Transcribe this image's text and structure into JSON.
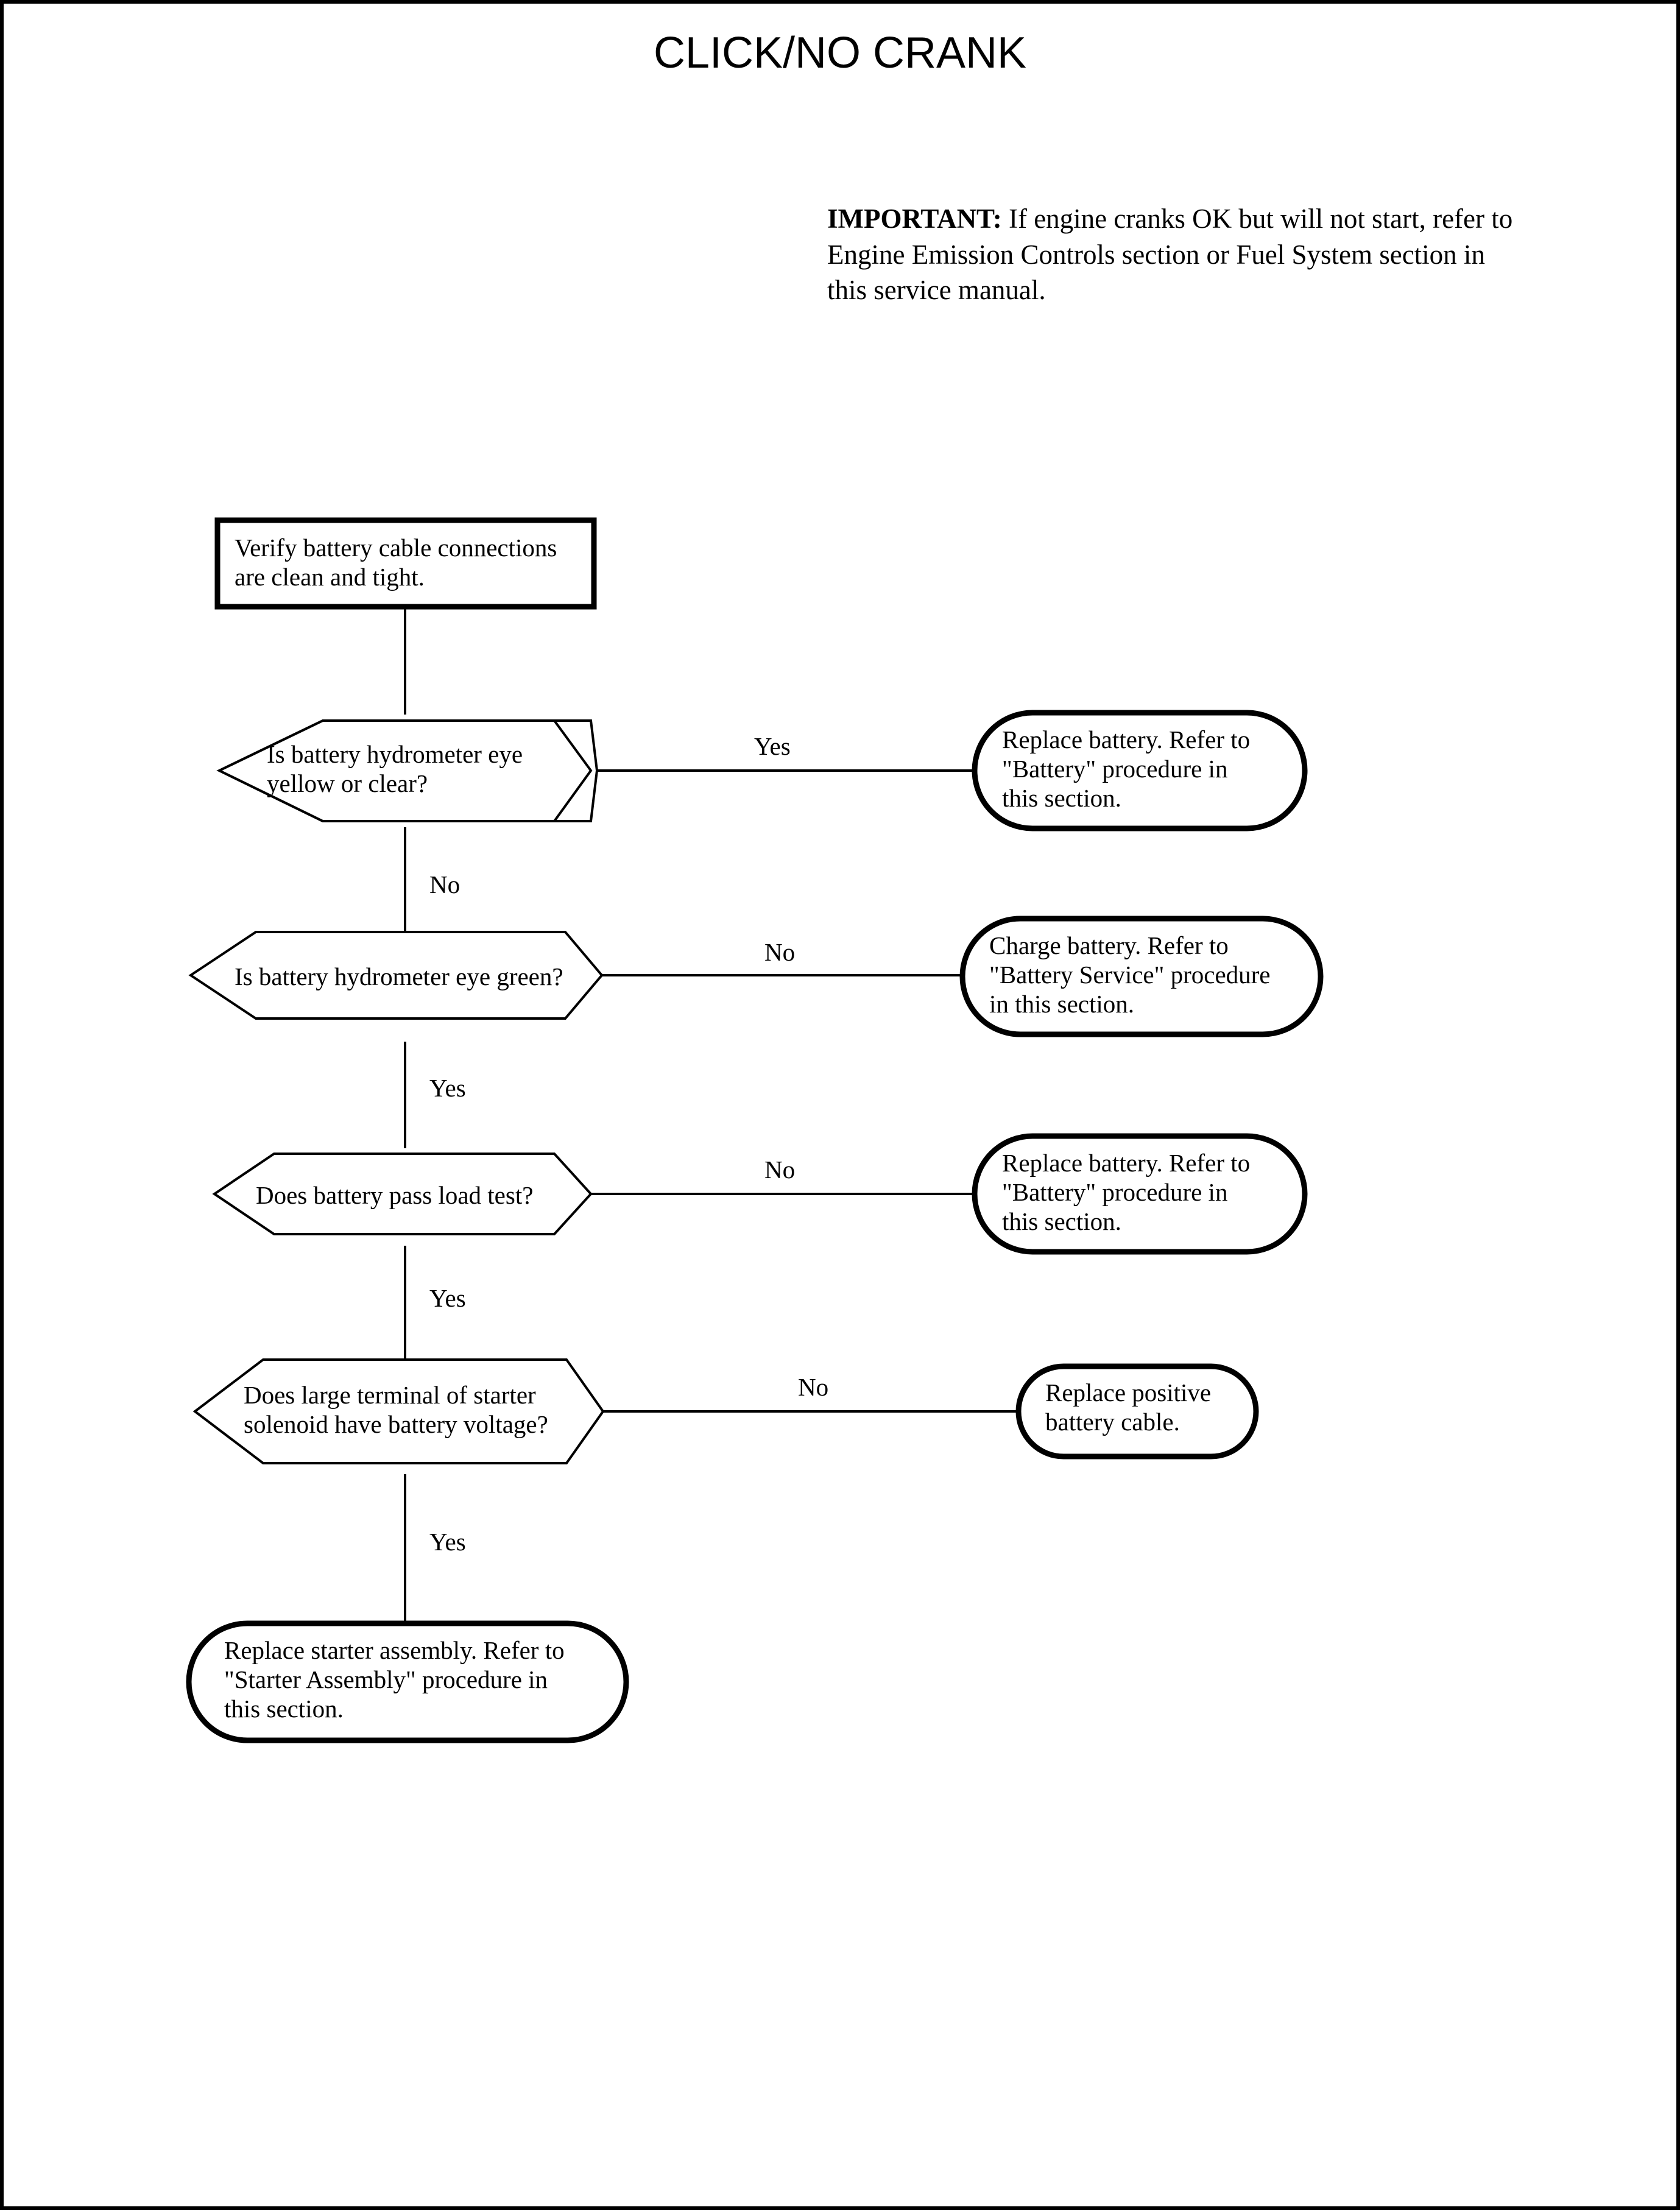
{
  "page": {
    "title": "CLICK/NO CRANK",
    "important_note": {
      "lead": "IMPORTANT:",
      "body": "If engine cranks OK but will not start, refer to Engine Emission Controls section or Fuel System section in this service manual."
    }
  },
  "chart_data": {
    "type": "diagram",
    "diagram_kind": "flowchart",
    "title": "CLICK/NO CRANK",
    "nodes": [
      {
        "id": "n1",
        "shape": "process",
        "lines": [
          "Verify battery cable connections",
          "are clean and tight."
        ]
      },
      {
        "id": "d1",
        "shape": "decision",
        "lines": [
          "Is battery hydrometer eye",
          "yellow or clear?"
        ]
      },
      {
        "id": "t1",
        "shape": "terminator",
        "lines": [
          "Replace battery. Refer to",
          "\"Battery\" procedure in",
          "this section."
        ]
      },
      {
        "id": "d2",
        "shape": "decision",
        "lines": [
          "Is battery hydrometer eye green?"
        ]
      },
      {
        "id": "t2",
        "shape": "terminator",
        "lines": [
          "Charge battery. Refer to",
          "\"Battery Service\" procedure",
          "in this section."
        ]
      },
      {
        "id": "d3",
        "shape": "decision",
        "lines": [
          "Does battery pass load test?"
        ]
      },
      {
        "id": "t3",
        "shape": "terminator",
        "lines": [
          "Replace battery. Refer to",
          "\"Battery\" procedure in",
          "this section."
        ]
      },
      {
        "id": "d4",
        "shape": "decision",
        "lines": [
          "Does large terminal of starter",
          "solenoid have battery voltage?"
        ]
      },
      {
        "id": "t4",
        "shape": "terminator",
        "lines": [
          "Replace positive",
          "battery cable."
        ]
      },
      {
        "id": "t5",
        "shape": "terminator",
        "lines": [
          "Replace starter assembly. Refer to",
          "\"Starter Assembly\" procedure in",
          "this section."
        ]
      }
    ],
    "edges": [
      {
        "from": "n1",
        "to": "d1",
        "label": ""
      },
      {
        "from": "d1",
        "to": "t1",
        "label": "Yes"
      },
      {
        "from": "d1",
        "to": "d2",
        "label": "No"
      },
      {
        "from": "d2",
        "to": "t2",
        "label": "No"
      },
      {
        "from": "d2",
        "to": "d3",
        "label": "Yes"
      },
      {
        "from": "d3",
        "to": "t3",
        "label": "No"
      },
      {
        "from": "d3",
        "to": "d4",
        "label": "Yes"
      },
      {
        "from": "d4",
        "to": "t4",
        "label": "No"
      },
      {
        "from": "d4",
        "to": "t5",
        "label": "Yes"
      }
    ]
  },
  "flow": {
    "n1": {
      "l1": "Verify battery cable connections",
      "l2": "are clean and tight."
    },
    "d1": {
      "l1": "Is battery hydrometer eye",
      "l2": "yellow or clear?"
    },
    "t1": {
      "l1": "Replace battery. Refer to",
      "l2": "\"Battery\" procedure in",
      "l3": "this section."
    },
    "d2": {
      "l1": "Is battery hydrometer eye green?"
    },
    "t2": {
      "l1": "Charge battery. Refer to",
      "l2": "\"Battery Service\" procedure",
      "l3": "in this section."
    },
    "d3": {
      "l1": "Does battery pass load test?"
    },
    "t3": {
      "l1": "Replace battery. Refer to",
      "l2": "\"Battery\" procedure in",
      "l3": "this section."
    },
    "d4": {
      "l1": "Does large terminal of starter",
      "l2": "solenoid have battery voltage?"
    },
    "t4": {
      "l1": "Replace positive",
      "l2": "battery cable."
    },
    "t5": {
      "l1": "Replace starter assembly. Refer to",
      "l2": "\"Starter Assembly\" procedure in",
      "l3": "this section."
    },
    "labels": {
      "e1_yes": "Yes",
      "e1_no": "No",
      "e2_no": "No",
      "e2_yes": "Yes",
      "e3_no": "No",
      "e3_yes": "Yes",
      "e4_no": "No",
      "e4_yes": "Yes"
    }
  },
  "colors": {
    "ink": "#000000",
    "paper": "#ffffff"
  }
}
